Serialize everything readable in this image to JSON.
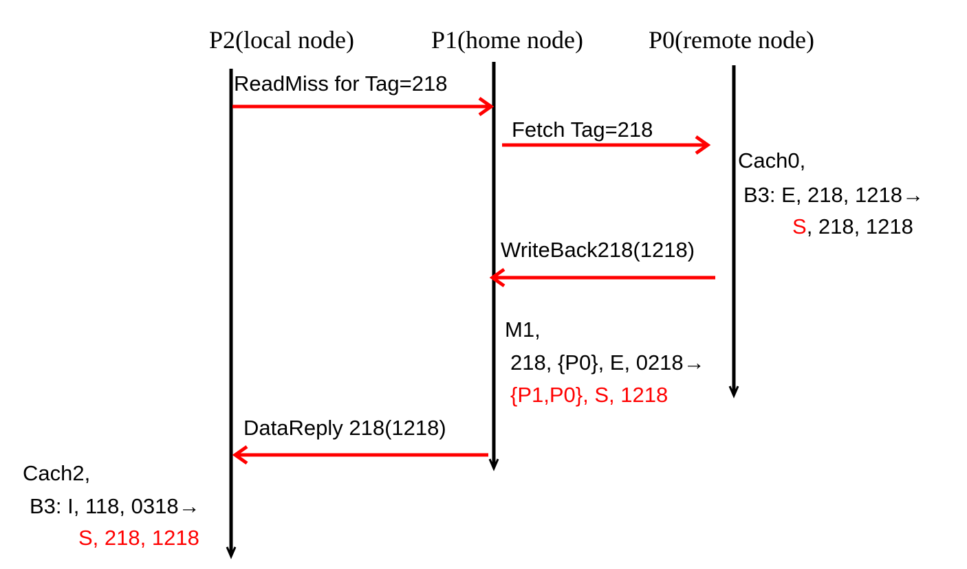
{
  "colors": {
    "message": "#ff0000",
    "timeline": "#000000",
    "highlight": "#ff0000"
  },
  "nodes": {
    "p2": "P2(local node)",
    "p1": "P1(home node)",
    "p0": "P0(remote node)"
  },
  "messages": {
    "read_miss": "ReadMiss for  Tag=218",
    "fetch": "Fetch  Tag=218",
    "write_back": "WriteBack218(1218)",
    "data_reply": "DataReply  218(1218)"
  },
  "cache0": {
    "title": "Cach0,",
    "line": "B3: E, 218, 1218",
    "new_state": "S",
    "new_rest": ", 218, 1218"
  },
  "memory1": {
    "title": "M1,",
    "line": "218, {P0}, E, 0218",
    "new_line": "{P1,P0}, S, 1218"
  },
  "cache2": {
    "title": "Cach2,",
    "line": "B3: I, 118, 0318",
    "new_line": "S, 218, 1218"
  },
  "transition_arrow": "→"
}
